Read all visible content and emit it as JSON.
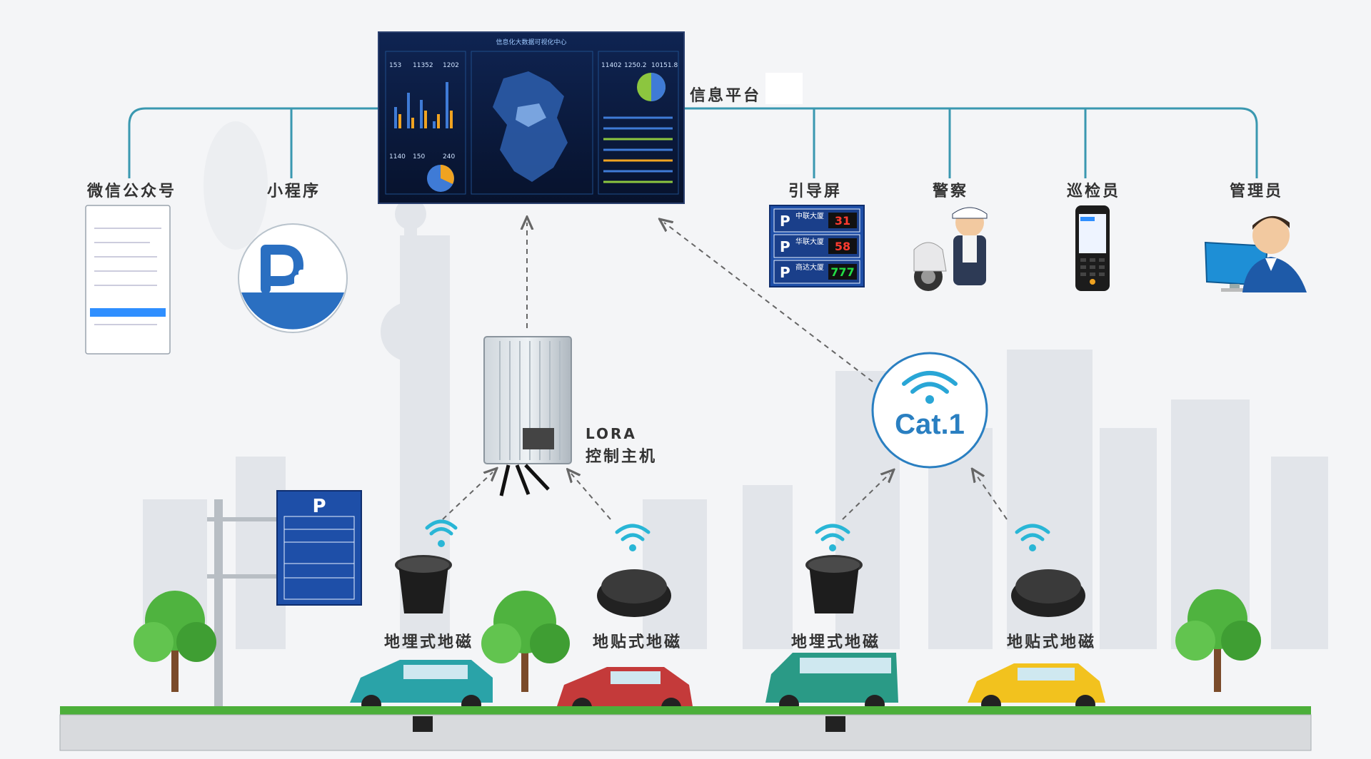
{
  "colors": {
    "network_line": "#3a98b0",
    "wifi": "#29b6d6",
    "cat1_text": "#2a7fc1",
    "screen_bg": "#0b1a3d",
    "sign_blue": "#1e4fa8",
    "grass": "#4caf3a"
  },
  "platform": {
    "label": "信息平台",
    "dashboard": {
      "title": "信息化大数据可视化中心",
      "stats_left": [
        "153",
        "11352",
        "1202"
      ],
      "stats_left_bottom": [
        "1140",
        "150",
        "240"
      ],
      "stats_right": [
        "11402",
        "1250.2",
        "10151.8"
      ]
    }
  },
  "endpoints": {
    "wechat": "微信公众号",
    "miniprogram": "小程序",
    "guide_screen": "引导屏",
    "police": "警察",
    "inspector": "巡检员",
    "admin": "管理员"
  },
  "guide_signs": [
    {
      "name": "中联大厦",
      "value": "31",
      "color": "#ff3b30"
    },
    {
      "name": "华联大厦",
      "value": "58",
      "color": "#ff3b30"
    },
    {
      "name": "商达大厦",
      "value": "777",
      "color": "#22dd44"
    }
  ],
  "gateway": {
    "line1": "LORA",
    "line2": "控制主机"
  },
  "cat1": {
    "label": "Cat.1"
  },
  "sensors": [
    {
      "label": "地埋式地磁",
      "type": "embedded"
    },
    {
      "label": "地贴式地磁",
      "type": "surface"
    },
    {
      "label": "地埋式地磁",
      "type": "embedded"
    },
    {
      "label": "地贴式地磁",
      "type": "surface"
    }
  ],
  "parking_sign": {
    "title": "P"
  }
}
